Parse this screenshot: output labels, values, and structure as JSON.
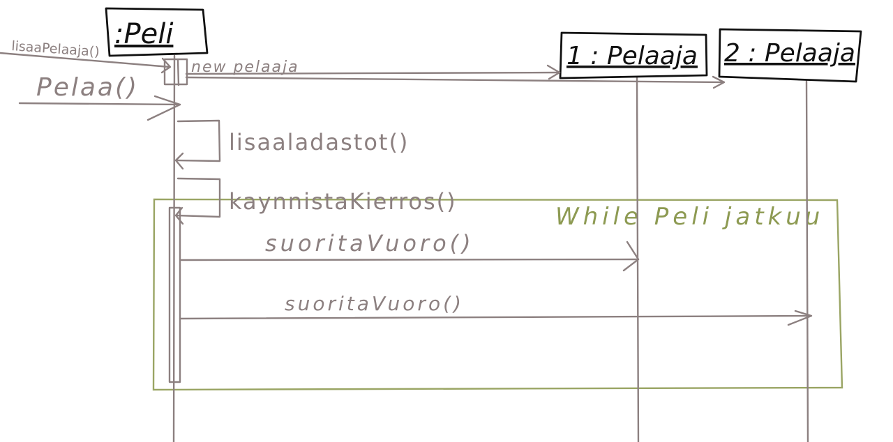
{
  "diagram": {
    "objects": [
      {
        "id": "peli",
        "label": ":Peli"
      },
      {
        "id": "pelaaja1",
        "label": "1 : Pelaaja"
      },
      {
        "id": "pelaaja2",
        "label": "2 : Pelaaja"
      }
    ],
    "messages": {
      "lisaa_pelaaja": "lisaaPelaaja()",
      "new_pelaaja": "new pelaaja",
      "pelaa": "Pelaa()",
      "lisaa_ladastot": "lisaaladastot()",
      "kaynnista_kierros": "kaynnistaKierros()",
      "suorita_vuoro_1": "suoritaVuoro()",
      "suorita_vuoro_2": "suoritaVuoro()"
    },
    "loop_label": "While Peli jatkuu",
    "colors": {
      "ink": "#8c8080",
      "box_border": "#111111",
      "loop": "#9aa564"
    }
  }
}
